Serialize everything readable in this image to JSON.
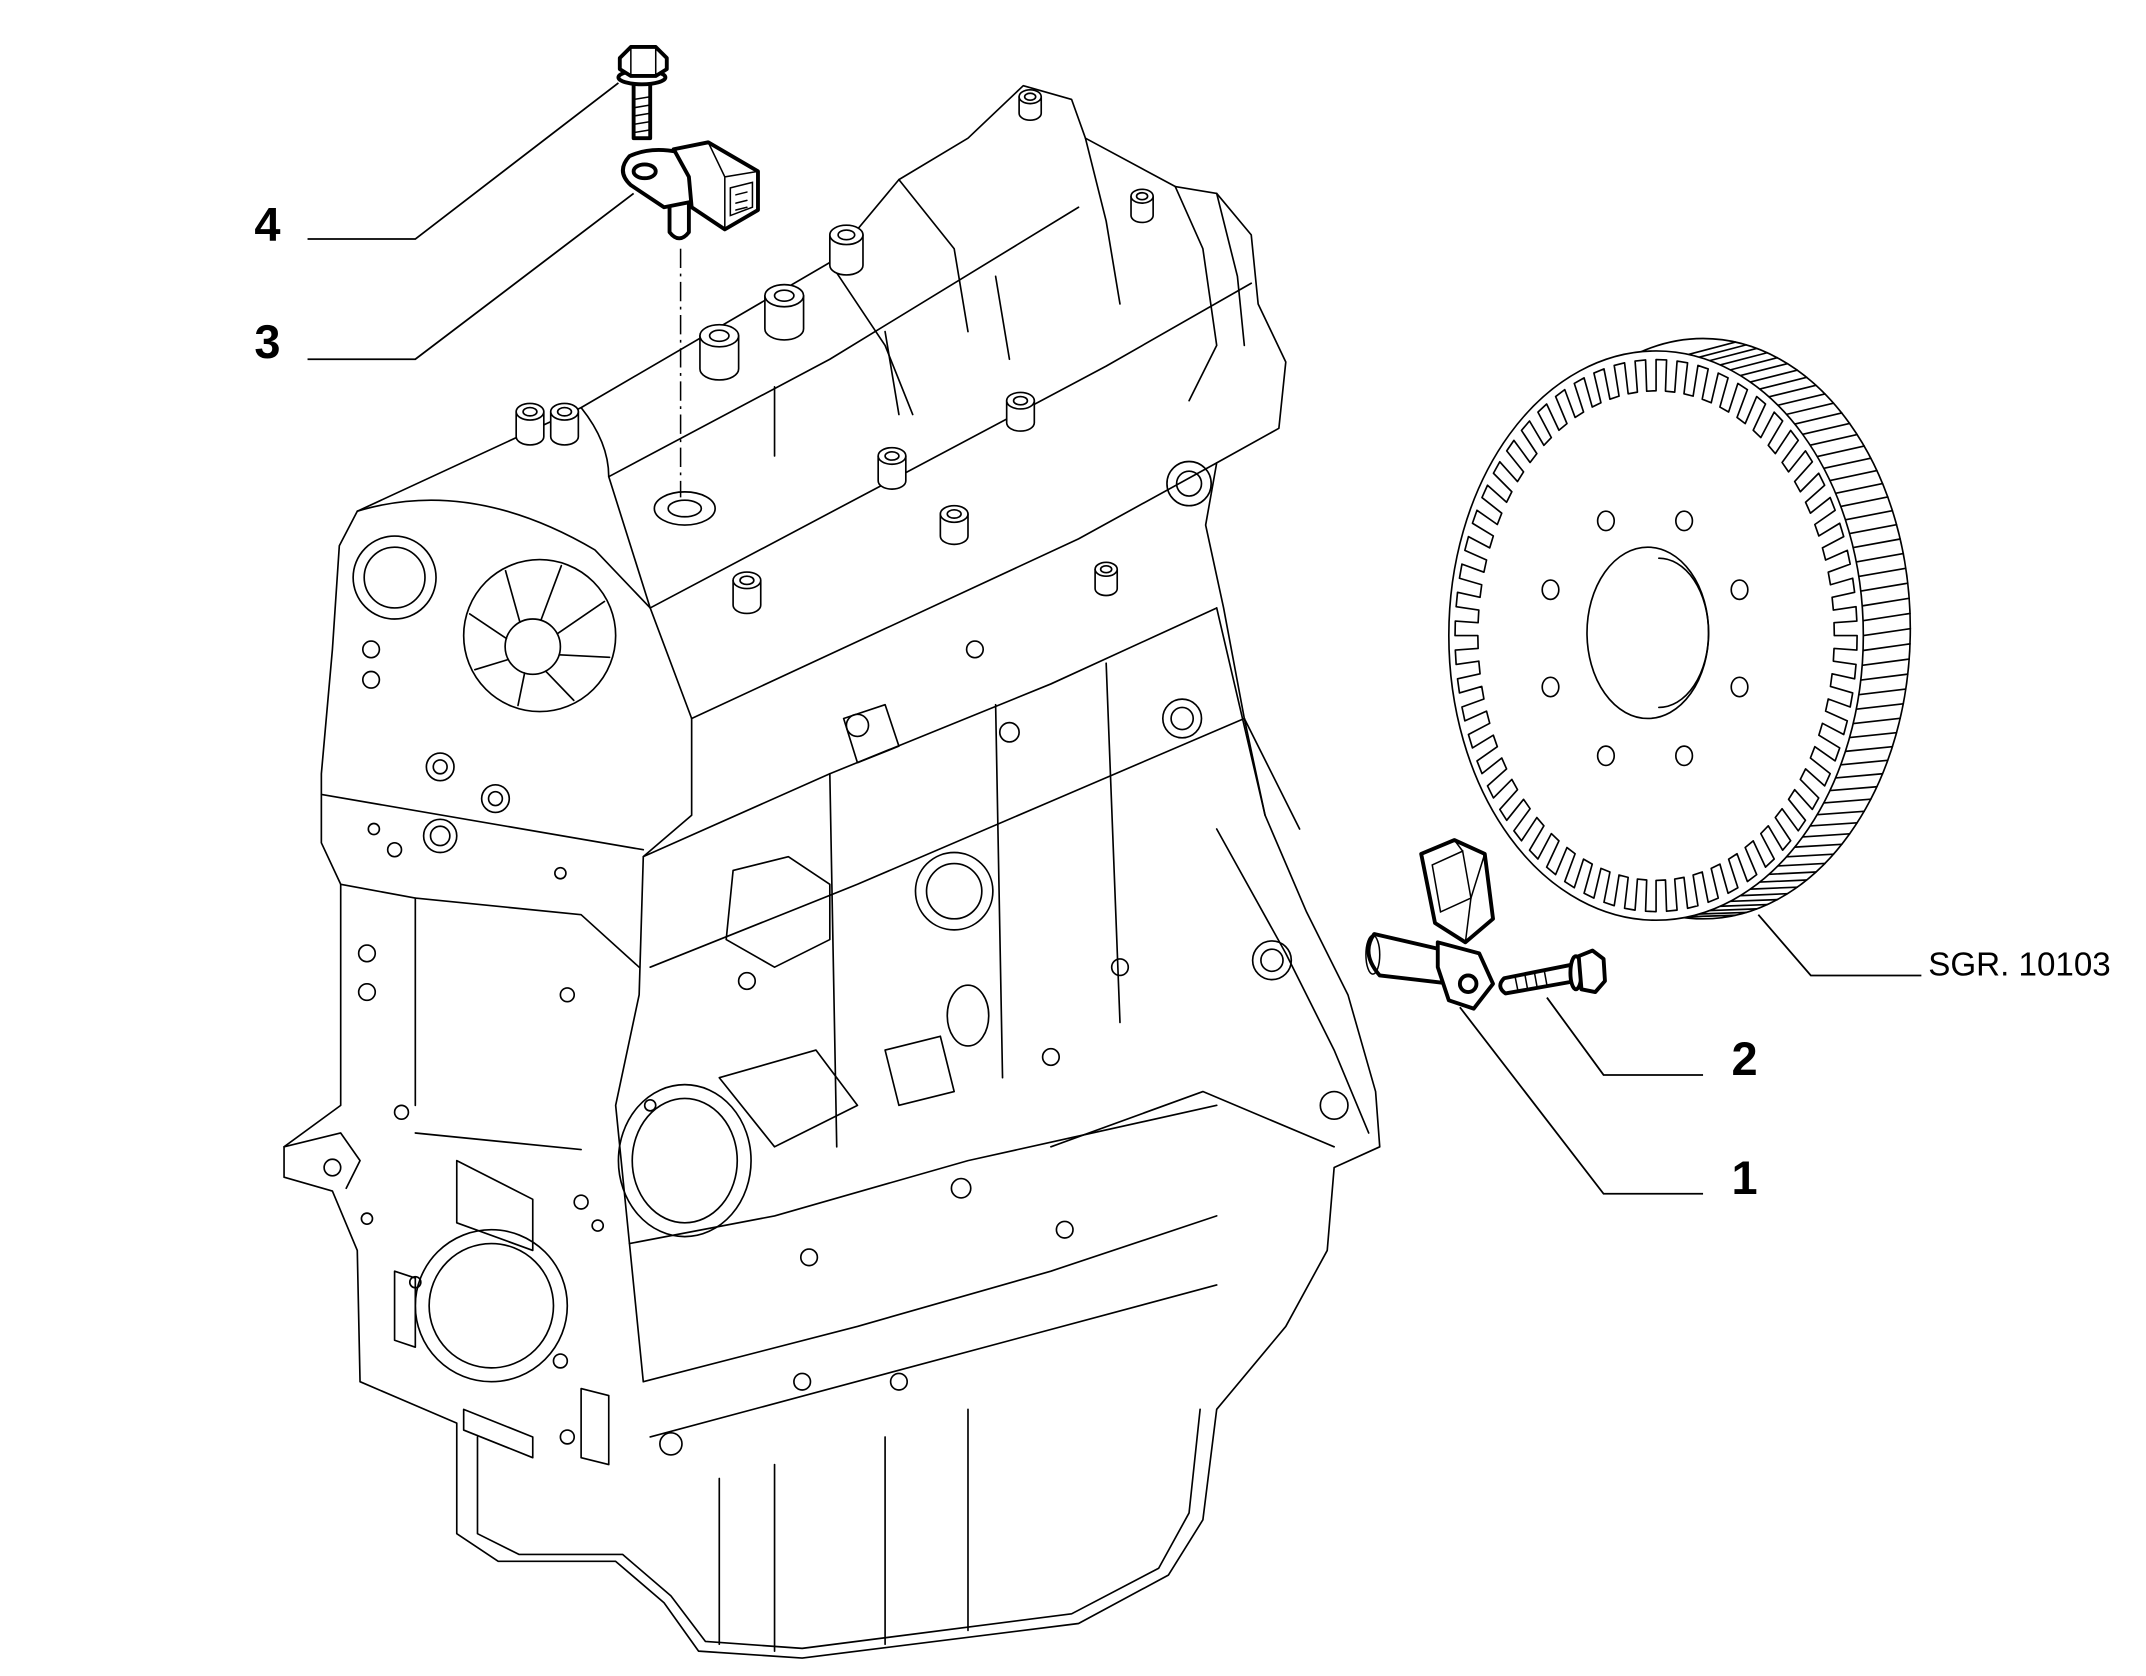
{
  "diagram": {
    "callouts": [
      "1",
      "2",
      "3",
      "4"
    ],
    "reference": "SGR. 10103"
  },
  "colors": {
    "line": "#000000",
    "background": "#ffffff"
  }
}
